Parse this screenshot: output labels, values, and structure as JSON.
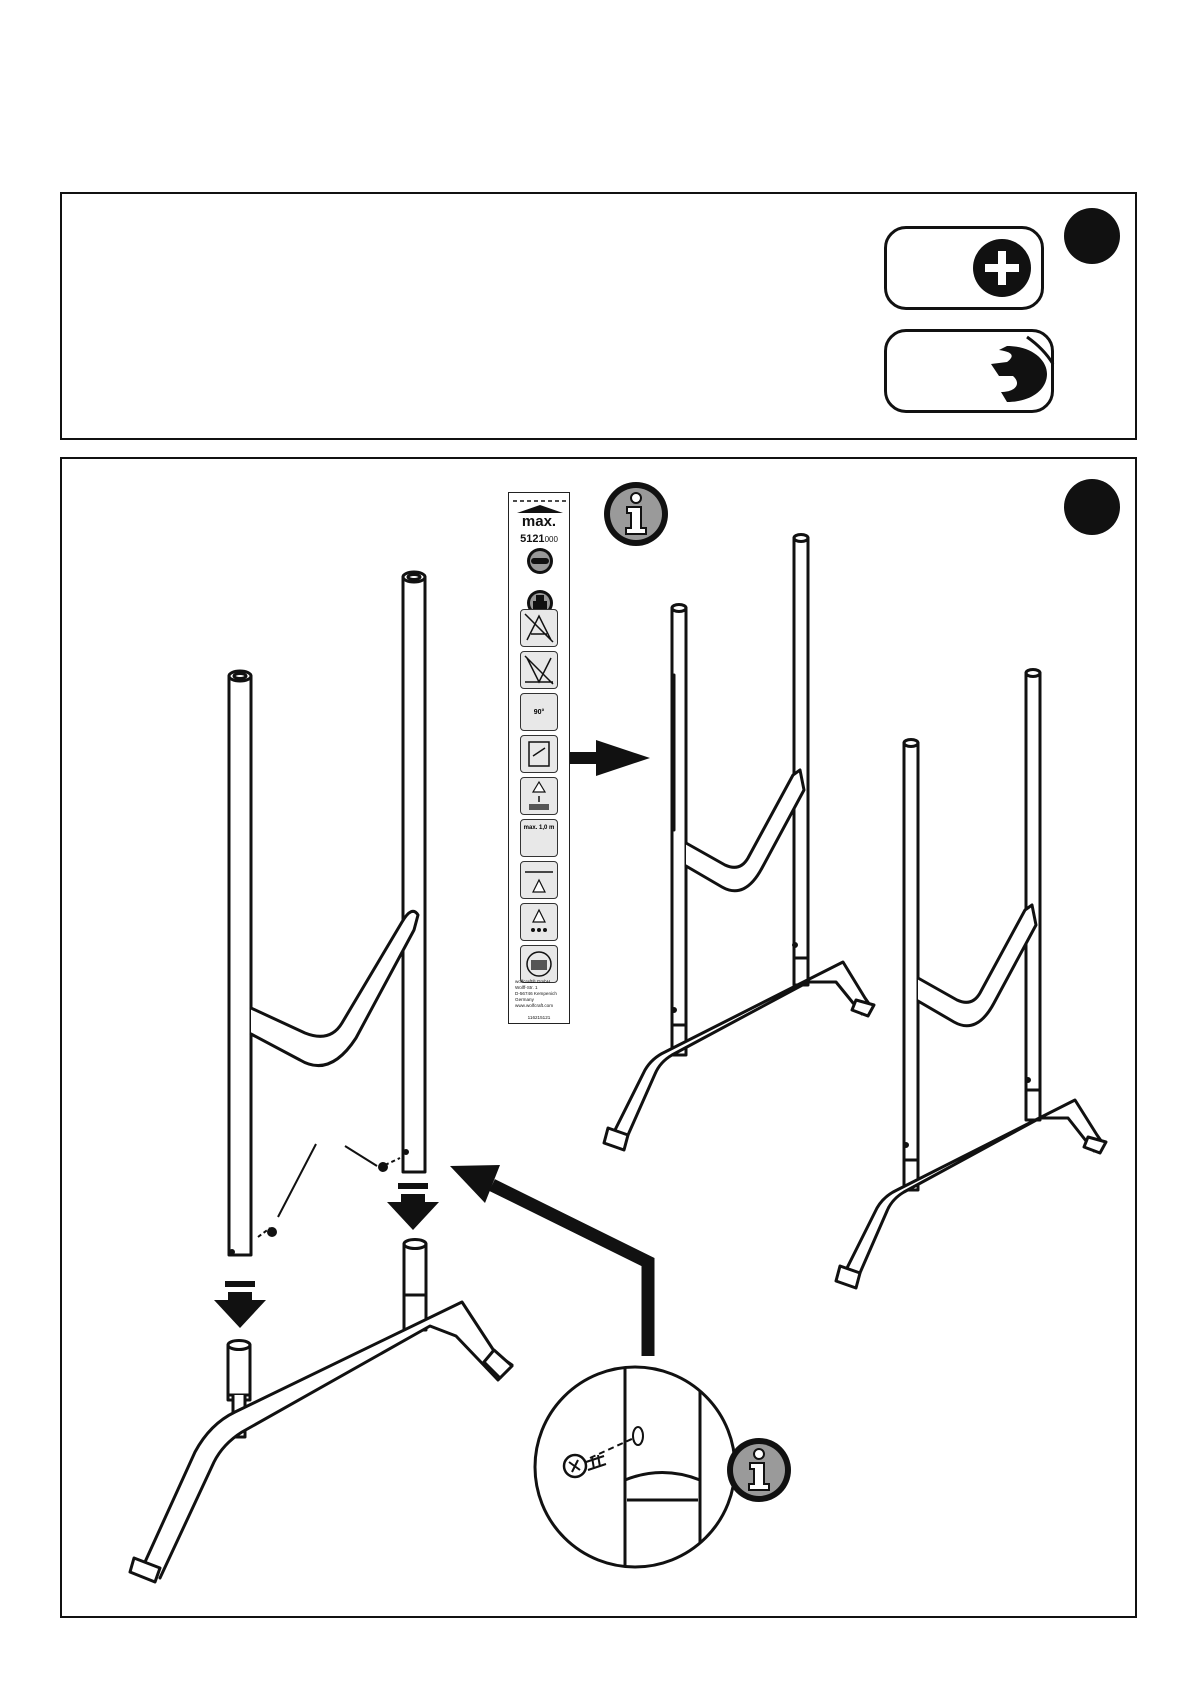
{
  "colors": {
    "ink": "#111111",
    "tube_fill": "#ffffff",
    "info_badge": "#9a9a9a"
  },
  "label_strip": {
    "max_text": "max.",
    "code_main": "5121",
    "code_suffix": "000",
    "icon_distance": "max. 1,0 m",
    "icon_angle": "90°",
    "address": [
      "wolfcraft® GmbH",
      "Wolff-Str. 1",
      "D-56746 Kempenich",
      "Germany",
      "www.wolfcraft.com"
    ],
    "article_no": "116215121"
  },
  "icons": [
    "plus-circle-icon",
    "wrench-icon",
    "info-icon",
    "arrow-down-icon",
    "arrow-right-icon"
  ]
}
